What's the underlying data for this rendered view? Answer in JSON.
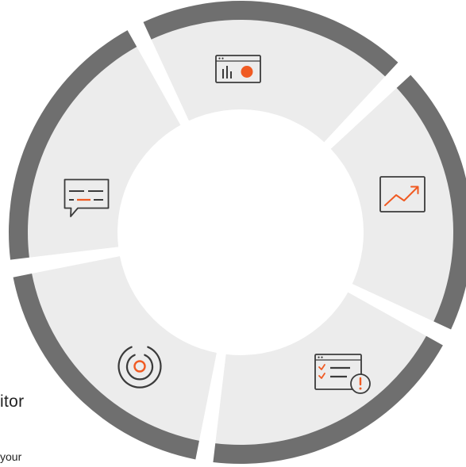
{
  "colors": {
    "outer_ring": "#6f6f6f",
    "segment_fill": "#ececec",
    "icon_stroke": "#3b3b3b",
    "accent": "#f05a22",
    "background": "#ffffff"
  },
  "segments": [
    {
      "id": "top",
      "icon": "dashboard-chart-record-icon"
    },
    {
      "id": "upper-right",
      "icon": "trend-up-chart-icon"
    },
    {
      "id": "lower-right",
      "icon": "checklist-alert-icon"
    },
    {
      "id": "lower-left",
      "icon": "target-radar-icon"
    },
    {
      "id": "upper-left",
      "icon": "chat-message-icon"
    }
  ],
  "side_text": {
    "title": "itor",
    "subtitle": "your"
  }
}
